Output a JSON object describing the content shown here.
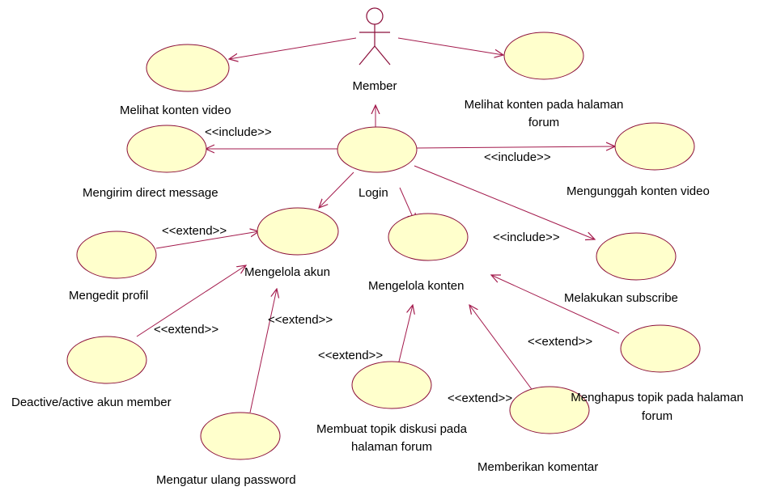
{
  "colors": {
    "usecase_fill": "#ffffcc",
    "usecase_stroke": "#8b0e3a",
    "edge_stroke": "#a31a4c",
    "text": "#000000"
  },
  "actor": {
    "name": "Member"
  },
  "use_cases": {
    "login": "Login",
    "melihat_video": "Melihat konten video",
    "melihat_forum_l1": "Melihat konten pada halaman",
    "melihat_forum_l2": "forum",
    "direct_message": "Mengirim direct message",
    "unggah_video": "Mengunggah konten video",
    "kelola_akun": "Mengelola akun",
    "kelola_konten": "Mengelola konten",
    "subscribe": "Melakukan subscribe",
    "edit_profil": "Mengedit profil",
    "deactive": "Deactive/active akun member",
    "atur_password": "Mengatur ulang password",
    "buat_topik_l1": "Membuat topik diskusi pada",
    "buat_topik_l2": "halaman forum",
    "komentar": "Memberikan komentar",
    "hapus_topik_l1": "Menghapus topik pada halaman",
    "hapus_topik_l2": "forum"
  },
  "stereotypes": {
    "include": "<<include>>",
    "extend": "<<extend>>"
  }
}
